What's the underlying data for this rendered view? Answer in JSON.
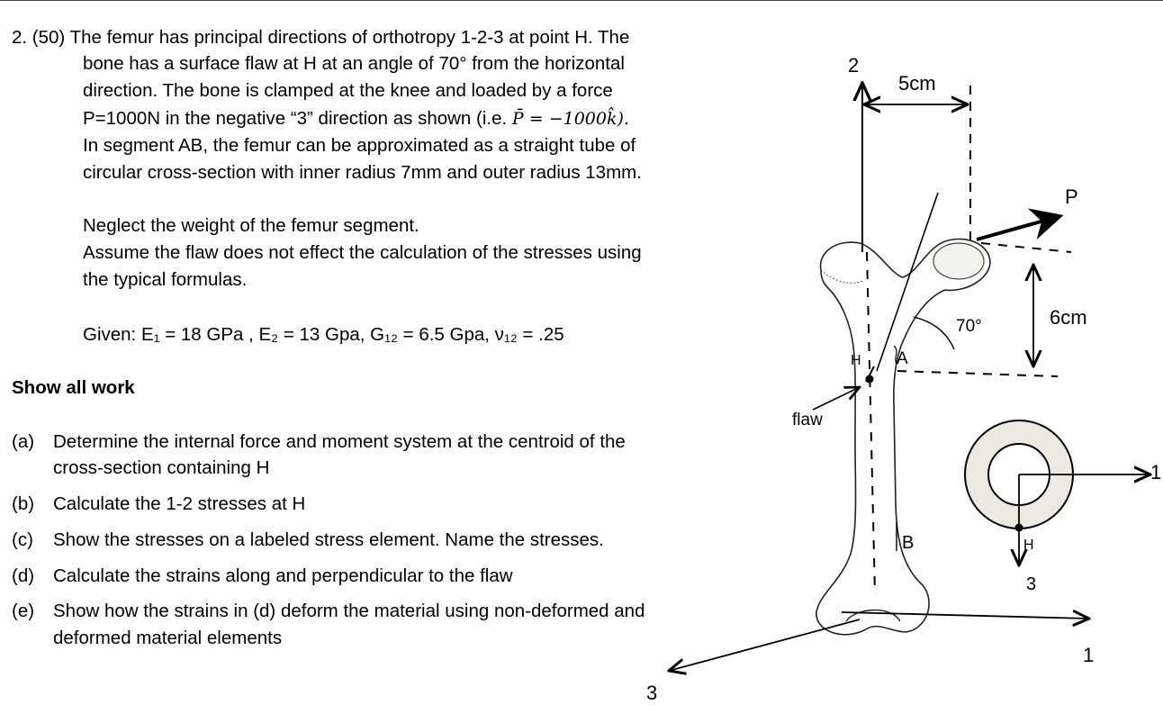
{
  "problem": {
    "header": "2. (50) The femur has principal directions of orthotropy 1-2-3 at point H. The",
    "lines": [
      "bone has a surface flaw at H at an angle of 70° from the horizontal",
      "direction. The bone is clamped at the knee and loaded by a force",
      "P=1000N in the negative “3” direction as shown (i.e. ",
      "In segment AB, the femur can be approximated as a straight tube of",
      "circular cross-section with inner radius 7mm and outer radius 13mm."
    ],
    "force_equation": "P̄ = −1000k̂).",
    "neglect": "Neglect the weight of the femur segment.",
    "assume_1": "Assume the flaw does not effect the calculation of the stresses using",
    "assume_2": "the typical formulas.",
    "given": "Given: E₁ = 18 GPa , E₂ = 13 Gpa, G₁₂ = 6.5 Gpa, ν₁₂ = .25",
    "show_all_work": "Show all work",
    "parts": [
      {
        "label": "(a)",
        "lines": [
          "Determine the internal force and moment system at the centroid of the",
          "cross-section containing H"
        ]
      },
      {
        "label": "(b)",
        "lines": [
          "Calculate the 1-2 stresses at H"
        ]
      },
      {
        "label": "(c)",
        "lines": [
          "Show the stresses on a labeled stress element. Name the stresses."
        ]
      },
      {
        "label": "(d)",
        "lines": [
          "Calculate the strains along and perpendicular to the flaw"
        ]
      },
      {
        "label": "(e)",
        "lines": [
          "Show how the strains in (d) deform the material using non-deformed and",
          "deformed material elements"
        ]
      }
    ]
  },
  "figure": {
    "axis_2": "2",
    "dim_5cm": "5cm",
    "force_P": "P",
    "dim_6cm": "6cm",
    "angle_70": "70°",
    "label_H": "H",
    "label_A": "A",
    "label_flaw": "flaw",
    "label_B": "B",
    "axis_1_right": "1",
    "section_H": "H",
    "section_3": "3",
    "axis_1_bottom": "1",
    "axis_3_bottom": "3"
  }
}
